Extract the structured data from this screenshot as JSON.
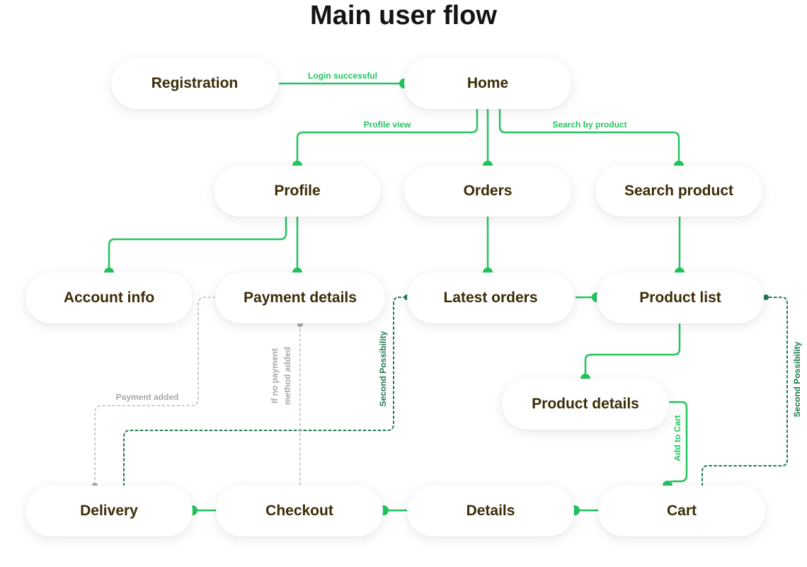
{
  "title": "Main user flow",
  "nodes": {
    "registration": "Registration",
    "home": "Home",
    "profile": "Profile",
    "orders": "Orders",
    "search_product": "Search product",
    "account_info": "Account info",
    "payment_details": "Payment details",
    "latest_orders": "Latest orders",
    "product_list": "Product list",
    "product_details": "Product details",
    "delivery": "Delivery",
    "checkout": "Checkout",
    "details": "Details",
    "cart": "Cart"
  },
  "edge_labels": {
    "login_successful": "Login successful",
    "profile_view": "Profile view",
    "search_by_product": "Search by product",
    "payment_added": "Payment added",
    "no_payment_line1": "If no payment",
    "no_payment_line2": "method added",
    "second_possibility_left": "Second Possibility",
    "second_possibility_right": "Second Possibility",
    "add_to_cart": "Add to Cart"
  },
  "colors": {
    "primary_green": "#22c55e",
    "dark_green": "#1f7a4f",
    "gray": "#a8a8a8",
    "node_text": "#3a2c06",
    "title_text": "#141414"
  }
}
